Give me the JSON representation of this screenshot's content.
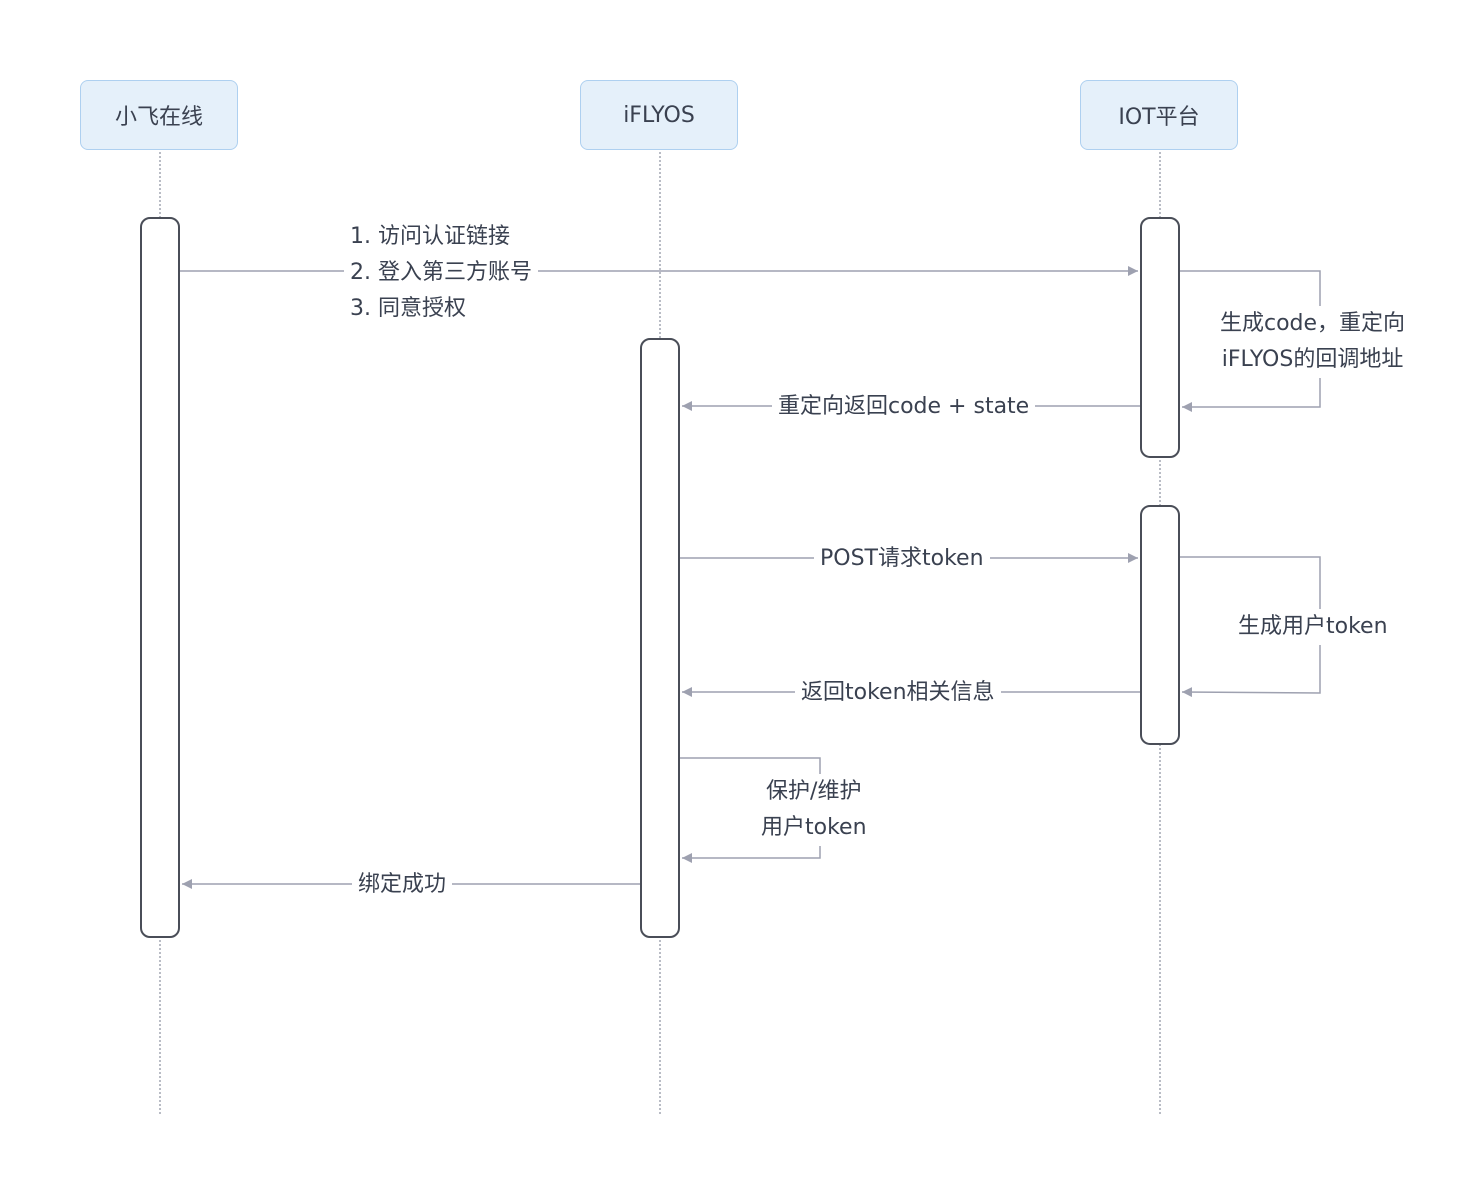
{
  "participants": [
    {
      "id": "xiaofei",
      "label": "小飞在线"
    },
    {
      "id": "iflyos",
      "label": "iFLYOS"
    },
    {
      "id": "iot",
      "label": "IOT平台"
    }
  ],
  "messages": {
    "m1": [
      "1. 访问认证链接",
      "2. 登入第三方账号",
      "3. 同意授权"
    ],
    "m2": [
      "生成code，重定向",
      "iFLYOS的回调地址"
    ],
    "m3": [
      "重定向返回code + state"
    ],
    "m4": [
      "POST请求token"
    ],
    "m5": [
      "生成用户token"
    ],
    "m6": [
      "返回token相关信息"
    ],
    "m7": [
      "保护/维护",
      "用户token"
    ],
    "m8": [
      "绑定成功"
    ]
  },
  "colors": {
    "participant_fill": "#e5f0fa",
    "participant_border": "#aed0f0",
    "line": "#9ea1b0",
    "activation_border": "#4a4e58"
  }
}
